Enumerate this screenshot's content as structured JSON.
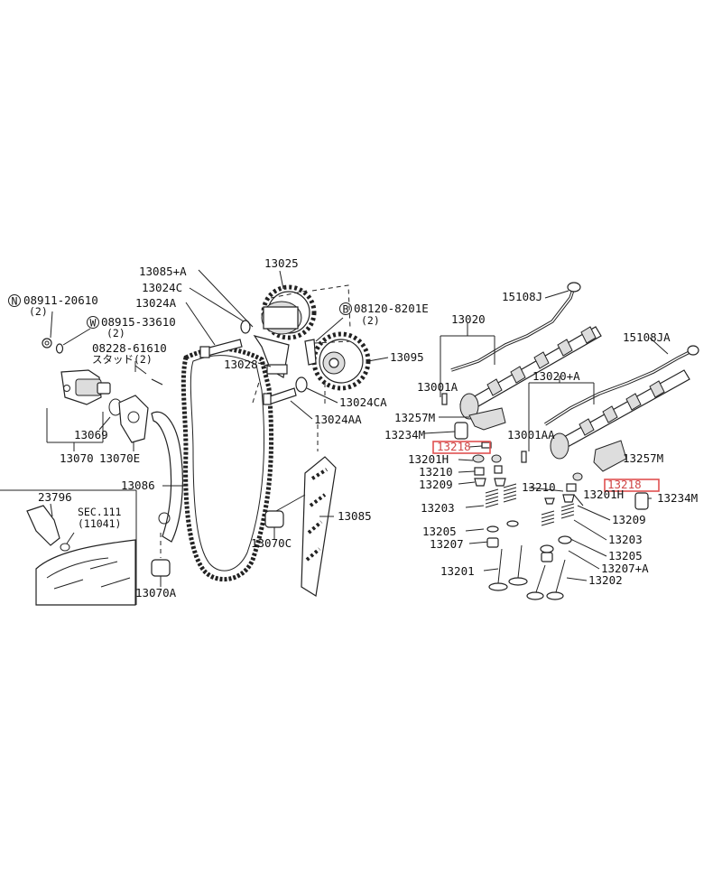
{
  "parts": {
    "p13025": "13025",
    "p13085A": "13085+A",
    "p13024C": "13024C",
    "p13024A": "13024A",
    "p08120": "08120-8201E",
    "p08120q": "(2)",
    "p13028": "13028",
    "p13095": "13095",
    "p13024CA": "13024CA",
    "p13024AA": "13024AA",
    "p08911": "08911-20610",
    "p08911q": "(2)",
    "p08915": "08915-33610",
    "p08915q": "(2)",
    "p08228": "08228-61610",
    "p08228note": "スタッド(2)",
    "p13069": "13069",
    "p13070": "13070",
    "p13070E": "13070E",
    "p13086": "13086",
    "p23796": "23796",
    "pSEC111": "SEC.111",
    "p11041": "(11041)",
    "p13070C": "13070C",
    "p13070A": "13070A",
    "p13085": "13085",
    "p15108J": "15108J",
    "p13020": "13020",
    "p15108JA": "15108JA",
    "p13001A": "13001A",
    "p13020A": "13020+A",
    "p13257M_l": "13257M",
    "p13234M_l": "13234M",
    "p13001AA": "13001AA",
    "p13218_l": "13218",
    "p13201H_l": "13201H",
    "p13210_l": "13210",
    "p13209_l": "13209",
    "p13203_l": "13203",
    "p13205_l": "13205",
    "p13207_l": "13207",
    "p13201_l": "13201",
    "p13257M_r": "13257M",
    "p13210_r": "13210",
    "p13218_r": "13218",
    "p13201H_r": "13201H",
    "p13234M_r": "13234M",
    "p13209_r": "13209",
    "p13203_r": "13203",
    "p13205_r": "13205",
    "p13207A_r": "13207+A",
    "p13202_r": "13202"
  },
  "symbols": {
    "n": "N",
    "w": "W",
    "b": "B"
  },
  "highlight_color": "#e05050"
}
